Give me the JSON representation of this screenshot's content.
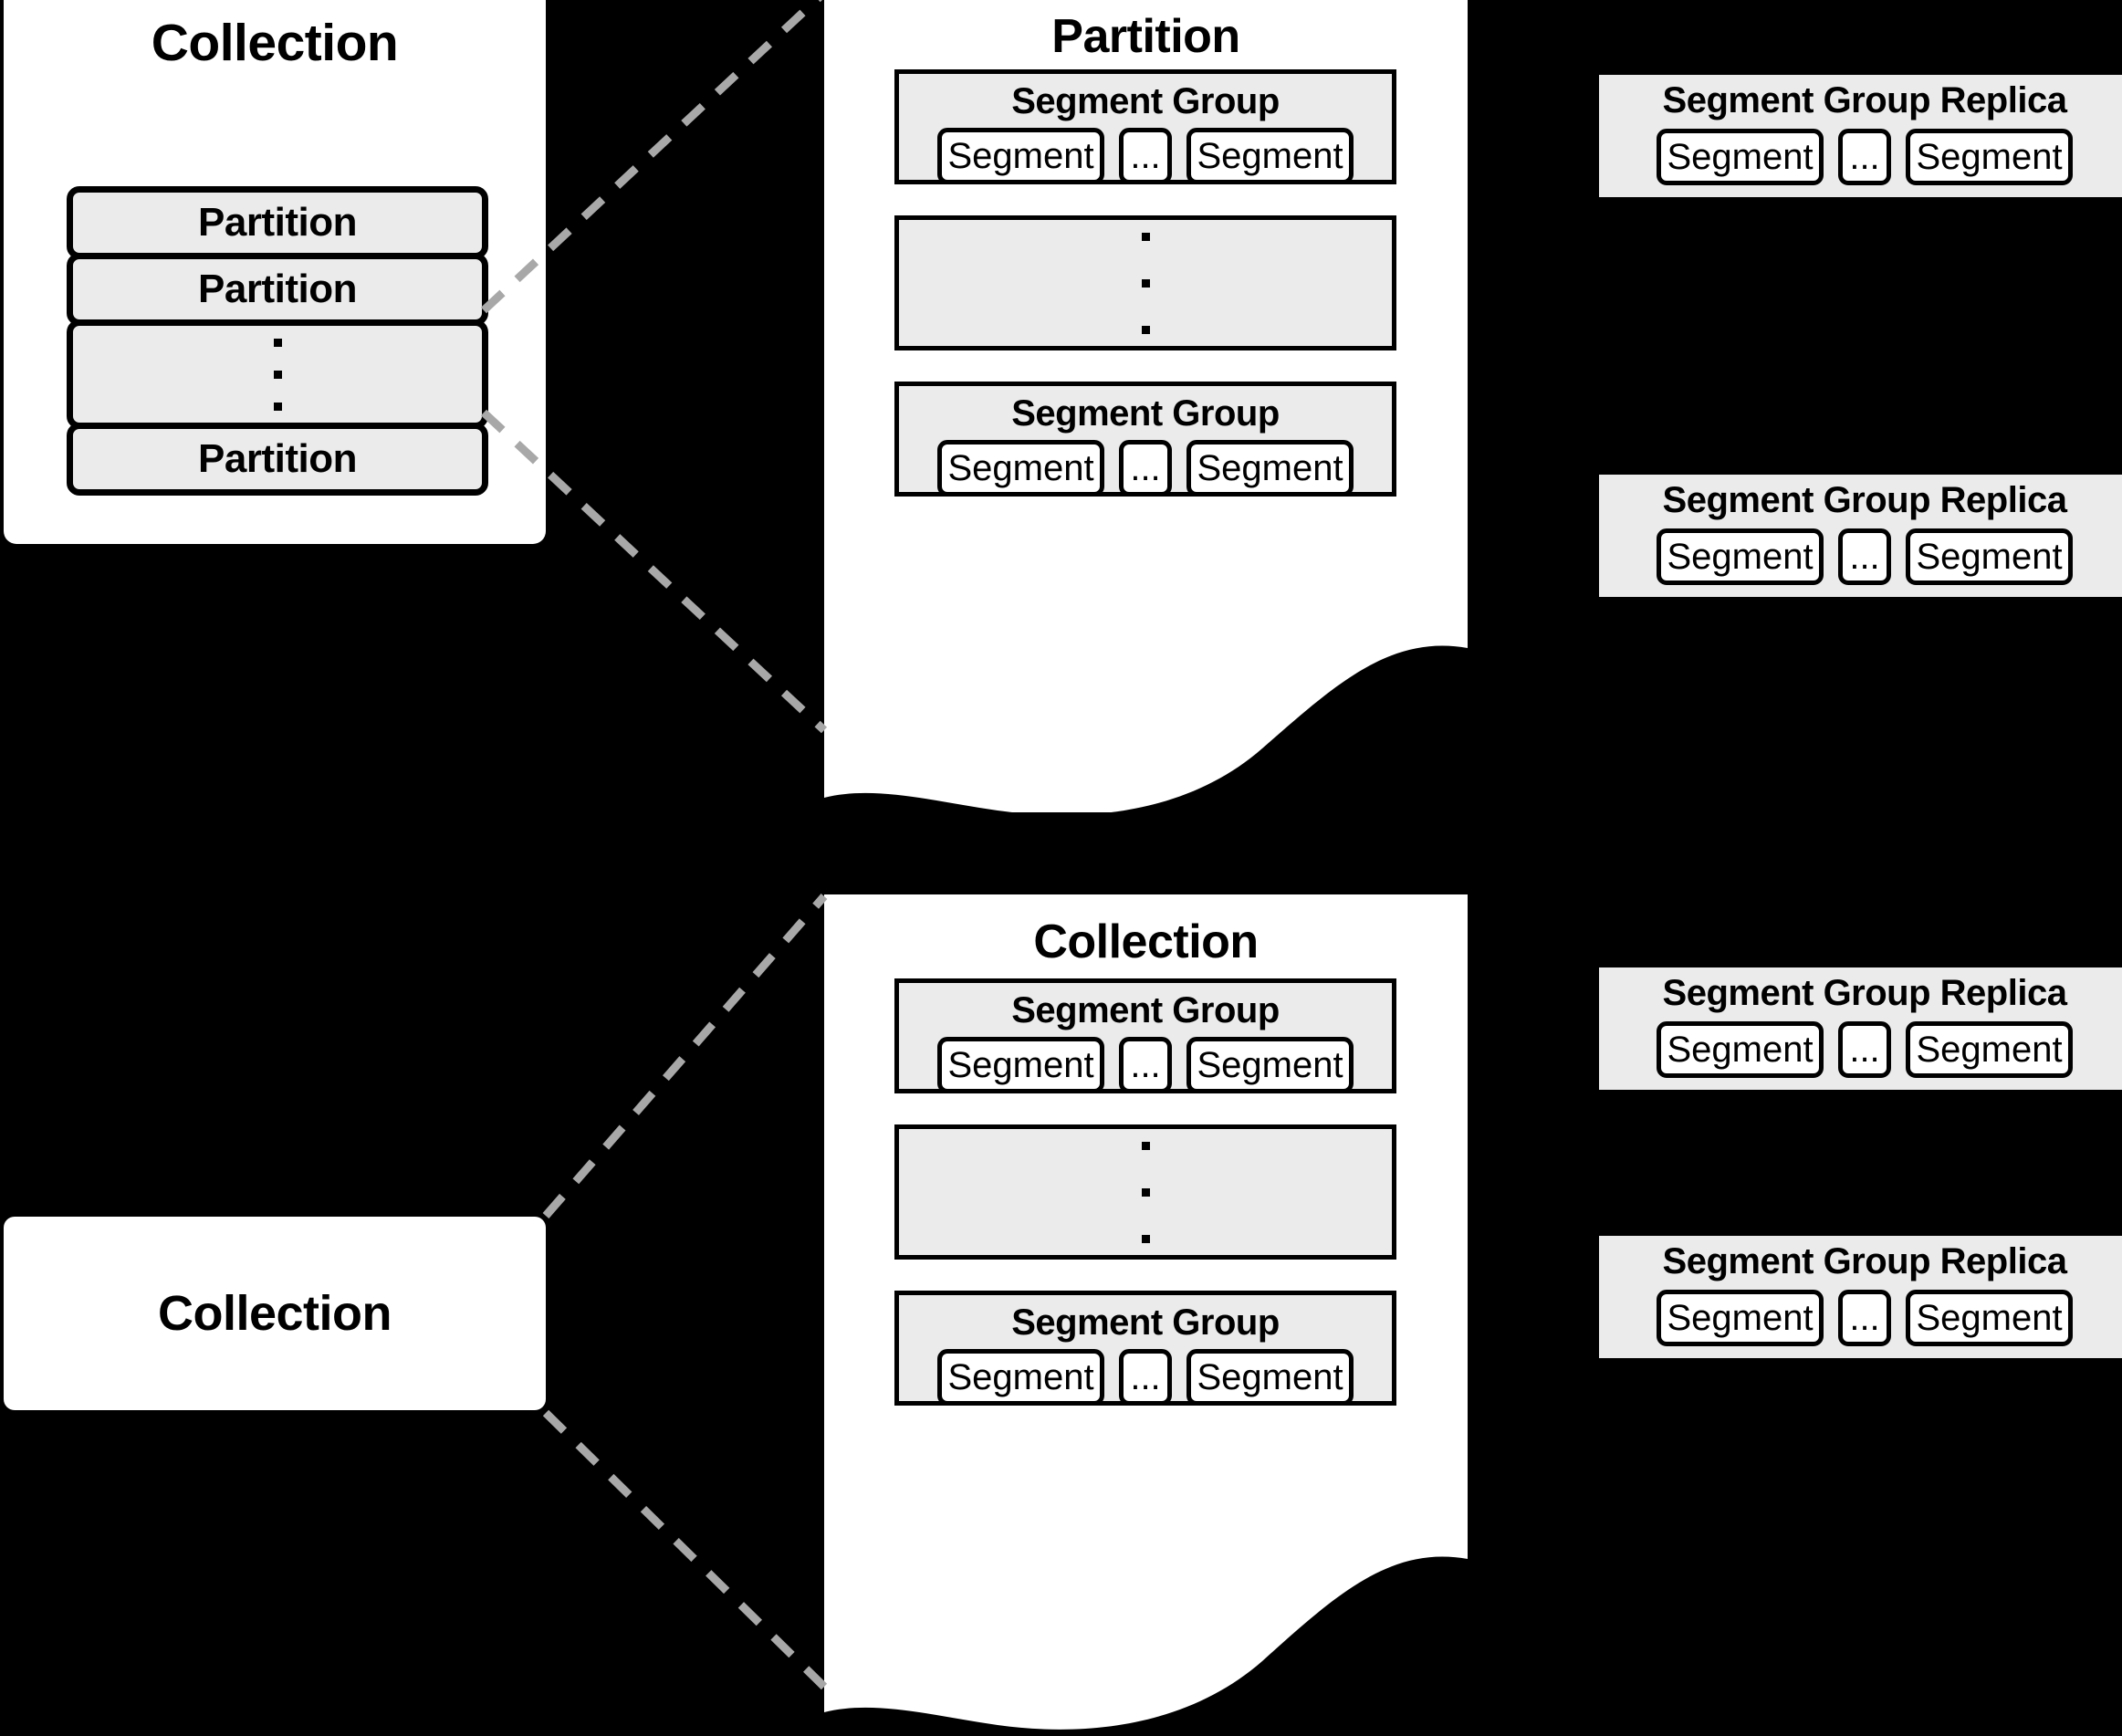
{
  "diagram": {
    "title": "Collection / Partition / Segment Group data layout",
    "background_color": "#000000",
    "panel_color": "#ffffff",
    "group_color": "#ebebeb",
    "stroke_color": "#000000",
    "connector_color": "#a8a8a8"
  },
  "collection_top": {
    "title": "Collection",
    "partitions": [
      {
        "label": "Partition"
      },
      {
        "label": "Partition"
      },
      {
        "label": ""
      },
      {
        "label": "Partition"
      }
    ]
  },
  "collection_bottom": {
    "label": "Collection"
  },
  "panel_partition": {
    "heading": "Partition",
    "groups": [
      {
        "title": "Segment Group",
        "segments": [
          {
            "label": "Segment"
          },
          {
            "label": "..."
          },
          {
            "label": "Segment"
          }
        ]
      },
      {
        "title": "Segment Group",
        "segments": [
          {
            "label": "Segment"
          },
          {
            "label": "..."
          },
          {
            "label": "Segment"
          }
        ]
      }
    ]
  },
  "panel_collection": {
    "heading": "Collection",
    "groups": [
      {
        "title": "Segment Group",
        "segments": [
          {
            "label": "Segment"
          },
          {
            "label": "..."
          },
          {
            "label": "Segment"
          }
        ]
      },
      {
        "title": "Segment Group",
        "segments": [
          {
            "label": "Segment"
          },
          {
            "label": "..."
          },
          {
            "label": "Segment"
          }
        ]
      }
    ]
  },
  "replicas": [
    {
      "title": "Segment Group Replica",
      "segments": [
        {
          "label": "Segment"
        },
        {
          "label": "..."
        },
        {
          "label": "Segment"
        }
      ]
    },
    {
      "title": "Segment Group Replica",
      "segments": [
        {
          "label": "Segment"
        },
        {
          "label": "..."
        },
        {
          "label": "Segment"
        }
      ]
    },
    {
      "title": "Segment Group Replica",
      "segments": [
        {
          "label": "Segment"
        },
        {
          "label": "..."
        },
        {
          "label": "Segment"
        }
      ]
    },
    {
      "title": "Segment Group Replica",
      "segments": [
        {
          "label": "Segment"
        },
        {
          "label": "..."
        },
        {
          "label": "Segment"
        }
      ]
    }
  ]
}
